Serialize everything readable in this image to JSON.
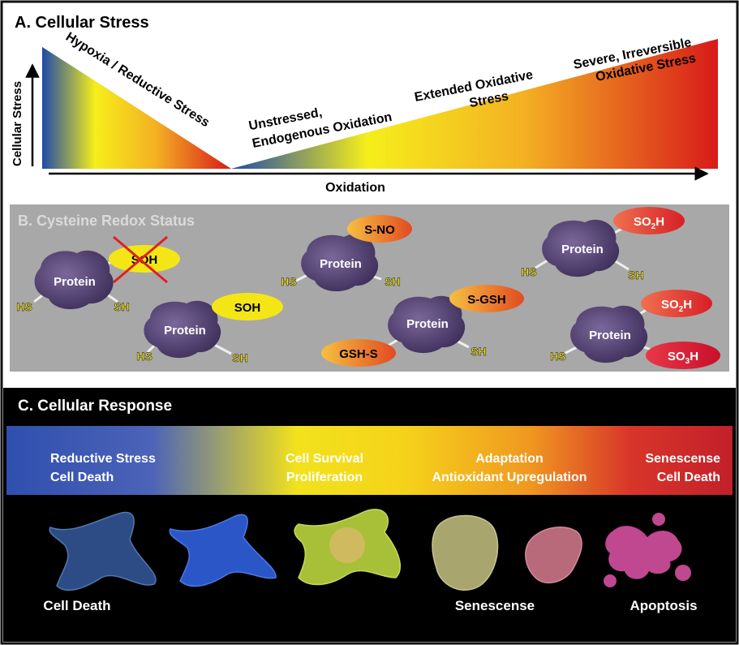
{
  "panel_a": {
    "title": "A.  Cellular Stress",
    "y_axis_label": "Cellular Stress",
    "x_axis_label": "Oxidation",
    "labels": {
      "hypoxia": "Hypoxia / Reductive Stress",
      "unstressed_line1": "Unstressed,",
      "unstressed_line2": "Endogenous Oxidation",
      "extended_line1": "Extended Oxidative",
      "extended_line2": "Stress",
      "severe_line1": "Severe, Irreversible",
      "severe_line2": "Oxidative Stress"
    },
    "colors": {
      "reductive": "#1f4aa8",
      "neutral": "#f5ee1a",
      "oxidative": "#d81a1a"
    }
  },
  "panel_b": {
    "title": "B.  Cysteine Redox Status",
    "protein_label": "Protein",
    "groups": {
      "hs": "HS",
      "sh": "SH",
      "soh": "SOH",
      "sno": "S-NO",
      "sgsh": "S-GSH",
      "gshs": "GSH-S",
      "so2h_main": "SO",
      "so2h_sub": "2",
      "so2h_end": "H",
      "so3h_main": "SO",
      "so3h_sub": "3",
      "so3h_end": "H"
    },
    "colors": {
      "background": "#a9a9a9",
      "protein": "#4b3a6b",
      "yellow": "#f4e616",
      "orange": "#f0a030",
      "red": "#e02828"
    }
  },
  "panel_c": {
    "title": "C.  Cellular Response",
    "bands": {
      "reductive_line1": "Reductive Stress",
      "reductive_line2": "Cell Death",
      "survival_line1": "Cell Survival",
      "survival_line2": "Proliferation",
      "adaptation_line1": "Adaptation",
      "adaptation_line2": "Antioxidant Upregulation",
      "senescence_line1": "Senescense",
      "senescence_line2": "Cell Death"
    },
    "cell_labels": {
      "cell_death": "Cell Death",
      "senescence": "Senescense",
      "apoptosis": "Apoptosis"
    }
  }
}
